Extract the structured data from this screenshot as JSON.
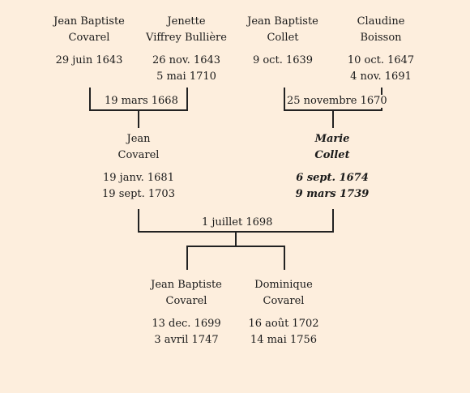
{
  "background": "#fdeedd",
  "people": {
    "gf_paternal": {
      "name1": "Jean Baptiste",
      "name2": "Covarel",
      "birth": "29 juin 1643",
      "death": ""
    },
    "gm_paternal": {
      "name1": "Jenette",
      "name2": "Viffrey Bullière",
      "birth": "26 nov. 1643",
      "death": "5 mai 1710"
    },
    "gf_maternal": {
      "name1": "Jean Baptiste",
      "name2": "Collet",
      "birth": "9 oct. 1639",
      "death": ""
    },
    "gm_maternal": {
      "name1": "Claudine",
      "name2": "Boisson",
      "birth": "10 oct. 1647",
      "death": "4 nov. 1691"
    },
    "father": {
      "name1": "Jean",
      "name2": "Covarel",
      "birth": "19 janv. 1681",
      "death": "19 sept. 1703"
    },
    "mother": {
      "name1": "Marie",
      "name2": "Collet",
      "birth": "6 sept. 1674",
      "death": "9 mars 1739"
    },
    "child1": {
      "name1": "Jean Baptiste",
      "name2": "Covarel",
      "birth": "13 dec. 1699",
      "death": "3 avril 1747"
    },
    "child2": {
      "name1": "Dominique",
      "name2": "Covarel",
      "birth": "16 août 1702",
      "death": "14 mai 1756"
    }
  },
  "marriages": {
    "paternal": "19 mars 1668",
    "maternal": "25 novembre 1670",
    "parents": "1 juillet 1698"
  }
}
